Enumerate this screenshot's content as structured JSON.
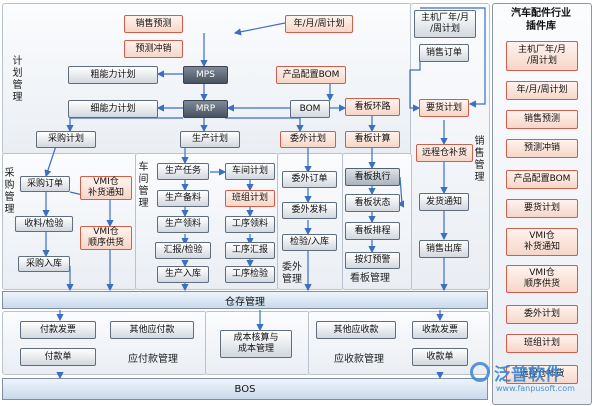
{
  "planning": {
    "label": "计划管理",
    "forecast": "销售预测",
    "forecast_offset": "预测冲销",
    "ymw_plan": "年/月/周计划",
    "mps": "MPS",
    "mrp": "MRP",
    "bom": "BOM",
    "product_config_bom": "产品配置BOM",
    "capacity_coarse": "粗能力计划",
    "capacity_detail": "细能力计划",
    "purchase_plan": "采购计划",
    "production_plan": "生产计划",
    "outsource_plan": "委外计划"
  },
  "oem": {
    "oem_plan": "主机厂年/月\n/周计划",
    "sales_order": "销售订单",
    "required_plan": "要货计划",
    "remote_replenish": "远程仓补货",
    "delivery_notice": "发货通知",
    "sales_outbound": "销售出库",
    "sales_label": "销售管理"
  },
  "kanban": {
    "loop": "看板环路",
    "calc": "看板计算",
    "exec": "看板执行",
    "status": "看板状态",
    "schedule": "看板排程",
    "andon": "按灯预警",
    "label": "看板管理"
  },
  "purchasing": {
    "label": "采购管理",
    "order": "采购订单",
    "receive": "收料/检验",
    "inbound": "采购入库",
    "vmi_notice": "VMI仓\n补货通知",
    "vmi_supply": "VMI仓\n顺序供货"
  },
  "workshop": {
    "label": "车间管理",
    "task": "生产任务",
    "prep": "生产备料",
    "pick": "生产领料",
    "report_inspect": "汇报/检验",
    "inbound": "生产入库",
    "shift_plan": "车间计划",
    "team_plan": "班组计划",
    "op_pick": "工序领料",
    "op_report": "工序汇报",
    "op_inspect": "工序检验"
  },
  "outsource": {
    "label": "委外管理",
    "order": "委外订单",
    "issue": "委外发料",
    "inspect_in": "检验/入库"
  },
  "warehouse": "仓存管理",
  "payables": {
    "label": "应付款管理",
    "invoice": "付款发票",
    "other": "其他应付款",
    "voucher": "付款单"
  },
  "costing": "成本核算与\n成本管理",
  "receivables": {
    "label": "应收款管理",
    "other": "其他应收款",
    "invoice": "收款发票",
    "voucher": "收款单"
  },
  "bos": "BOS",
  "plugin_library": {
    "title": "汽车配件行业\n插件库",
    "items": [
      "主机厂年/月\n/周计划",
      "年/月/周计划",
      "销售预测",
      "预测冲销",
      "产品配置BOM",
      "要货计划",
      "VMI仓\n补货通知",
      "VMI仓\n顺序供货",
      "委外计划",
      "班组计划",
      "远程仓补货"
    ]
  },
  "watermark": {
    "brand": "泛普软件",
    "url": "www.fanpusoft.com"
  },
  "colors": {
    "arrow": "#3b6fc4",
    "red_border": "#d25d4a",
    "bar_fill": "#c9d9ec"
  }
}
